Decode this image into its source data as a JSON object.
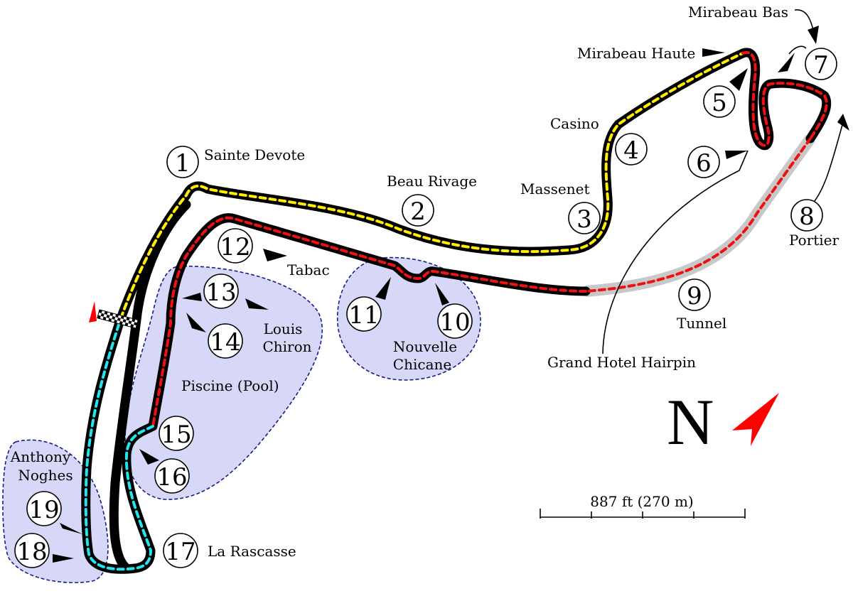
{
  "title": "",
  "colors": {
    "track_outline": "#000000",
    "sector1": "#ffee00",
    "sector2": "#ee1111",
    "sector3": "#22e5ee",
    "tunnel": "#c8c8c8",
    "zone_fill": "#d7d7f8",
    "zone_border": "#1a1a8c",
    "north_arrow": "#ff0000"
  },
  "corners": [
    {
      "num": "1",
      "name": "Sainte Devote"
    },
    {
      "num": "2",
      "name": "Beau Rivage"
    },
    {
      "num": "3",
      "name": "Massenet"
    },
    {
      "num": "4",
      "name": "Casino"
    },
    {
      "num": "5",
      "name": "Mirabeau Haute"
    },
    {
      "num": "6",
      "name": "Grand Hotel Hairpin"
    },
    {
      "num": "7",
      "name": "Mirabeau Bas"
    },
    {
      "num": "8",
      "name": "Portier"
    },
    {
      "num": "9",
      "name": "Tunnel"
    },
    {
      "num": "10",
      "name": "Nouvelle Chicane"
    },
    {
      "num": "11",
      "name": "Nouvelle Chicane"
    },
    {
      "num": "12",
      "name": "Tabac"
    },
    {
      "num": "13",
      "name": "Louis Chiron"
    },
    {
      "num": "14",
      "name": "Louis Chiron"
    },
    {
      "num": "15",
      "name": "Piscine (Pool)"
    },
    {
      "num": "16",
      "name": "Piscine (Pool)"
    },
    {
      "num": "17",
      "name": "La Rascasse"
    },
    {
      "num": "18",
      "name": "Anthony Noghes"
    },
    {
      "num": "19",
      "name": "Anthony Noghes"
    }
  ],
  "labels": {
    "sainte_devote": "Sainte Devote",
    "beau_rivage": "Beau Rivage",
    "massenet": "Massenet",
    "casino": "Casino",
    "mirabeau_haute": "Mirabeau Haute",
    "mirabeau_bas": "Mirabeau Bas",
    "portier": "Portier",
    "tunnel": "Tunnel",
    "grand_hotel_hairpin": "Grand Hotel Hairpin",
    "nouvelle": "Nouvelle",
    "chicane": "Chicane",
    "tabac": "Tabac",
    "louis": "Louis",
    "chiron": "Chiron",
    "piscine": "Piscine (Pool)",
    "anthony": "Anthony",
    "noghes": "Noghes",
    "la_rascasse": "La Rascasse"
  },
  "compass": {
    "letter": "N"
  },
  "scale": {
    "label": "887 ft (270 m)"
  }
}
